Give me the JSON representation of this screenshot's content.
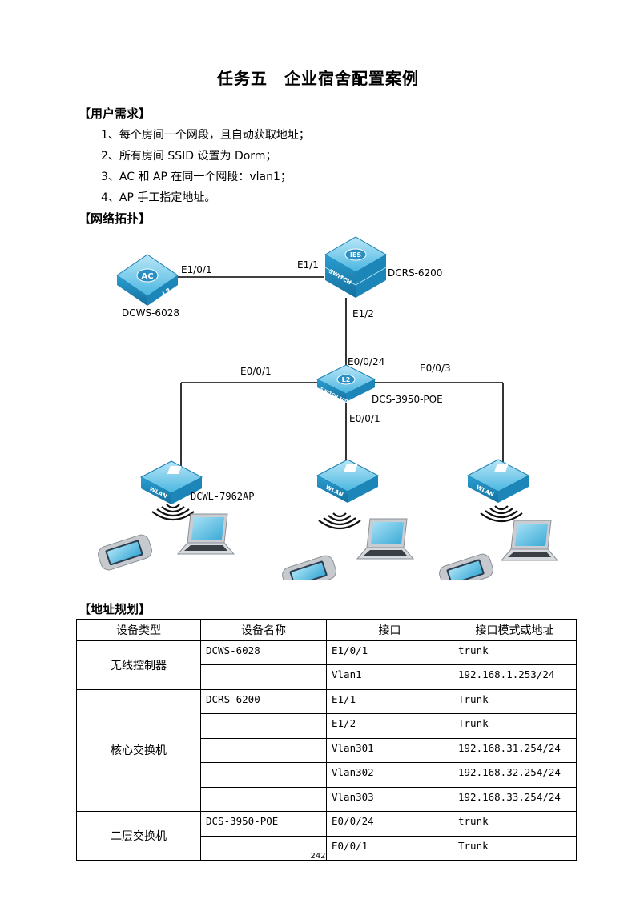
{
  "title": "任务五　企业宿舍配置案例",
  "sections": {
    "requirements": "【用户需求】",
    "topology": "【网络拓扑】",
    "addressing": "【地址规划】"
  },
  "requirements": [
    "1、每个房间一个网段，且自动获取地址；",
    "2、所有房间  SSID  设置为  Dorm；",
    "3、AC 和 AP  在同一个网段：vlan1；",
    "4、AP 手工指定地址。"
  ],
  "topology": {
    "devices": {
      "ac": "DCWS-6028",
      "core": "DCRS-6200",
      "l2": "DCS-3950-POE",
      "ap": "DCWL-7962AP"
    },
    "badges": {
      "ac_top": "AC",
      "ac_side": "L3",
      "core_top": "IES",
      "core_side": "SWITCH",
      "l2_top": "L2",
      "l2_side": "SWITCH 1000M",
      "ap_side": "WLAN"
    },
    "ports": {
      "ac_e1": "E1/0/1",
      "core_e1": "E1/1",
      "core_e2": "E1/2",
      "l2_up": "E0/0/24",
      "l2_left": "E0/0/1",
      "l2_down": "E0/0/1",
      "l2_right": "E0/0/3"
    }
  },
  "table": {
    "headers": [
      "设备类型",
      "设备名称",
      "接口",
      "接口模式或地址"
    ],
    "groups": [
      {
        "type": "无线控制器",
        "rows": [
          {
            "name": "DCWS-6028",
            "port": "E1/0/1",
            "addr": "trunk"
          },
          {
            "name": "",
            "port": "Vlan1",
            "addr": "192.168.1.253/24"
          }
        ]
      },
      {
        "type": "核心交换机",
        "rows": [
          {
            "name": "DCRS-6200",
            "port": "E1/1",
            "addr": "Trunk"
          },
          {
            "name": "",
            "port": "E1/2",
            "addr": "Trunk"
          },
          {
            "name": "",
            "port": "Vlan301",
            "addr": "192.168.31.254/24"
          },
          {
            "name": "",
            "port": "Vlan302",
            "addr": "192.168.32.254/24"
          },
          {
            "name": "",
            "port": "Vlan303",
            "addr": "192.168.33.254/24"
          }
        ]
      },
      {
        "type": "二层交换机",
        "rows": [
          {
            "name": "DCS-3950-POE",
            "port": "E0/0/24",
            "addr": "trunk"
          },
          {
            "name": "",
            "port": "E0/0/1",
            "addr": "Trunk"
          }
        ]
      }
    ]
  },
  "page_number": "242",
  "colors": {
    "device_light": "#8fd3ef",
    "device_mid": "#33a8d8",
    "device_dark": "#1b7fb0",
    "phone_body": "#c8ccd0",
    "laptop_screen": "#69c7ea"
  }
}
